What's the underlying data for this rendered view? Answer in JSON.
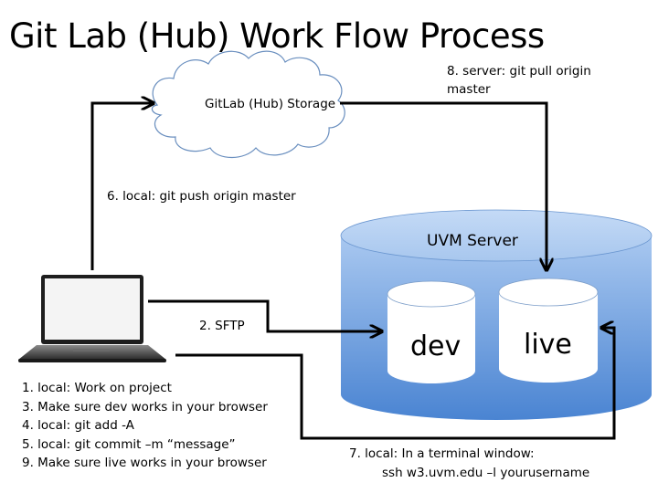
{
  "title": "Git Lab (Hub) Work Flow Process",
  "nodes": {
    "cloud": {
      "label": "GitLab (Hub) Storage",
      "icon": "cloud-icon"
    },
    "server": {
      "label": "UVM Server",
      "icon": "database-icon",
      "color": "#4a86d4"
    },
    "dev": {
      "label": "dev",
      "icon": "database-icon"
    },
    "live": {
      "label": "live",
      "icon": "database-icon"
    },
    "laptop": {
      "icon": "laptop-icon"
    }
  },
  "edges": {
    "push": {
      "label": "6. local: git push origin master"
    },
    "pull": {
      "label_line1": "8. server: git pull origin",
      "label_line2": "master"
    },
    "sftp": {
      "label": "2. SFTP"
    },
    "ssh": {
      "label_line1": "7. local: In a terminal window:",
      "label_line2": "ssh w3.uvm.edu –l yourusername"
    }
  },
  "steps": [
    "1. local: Work on project",
    "3. Make sure dev works in your browser",
    "4. local: git add -A",
    "5. local: git commit –m “message”",
    "9. Make sure live works in your browser"
  ]
}
